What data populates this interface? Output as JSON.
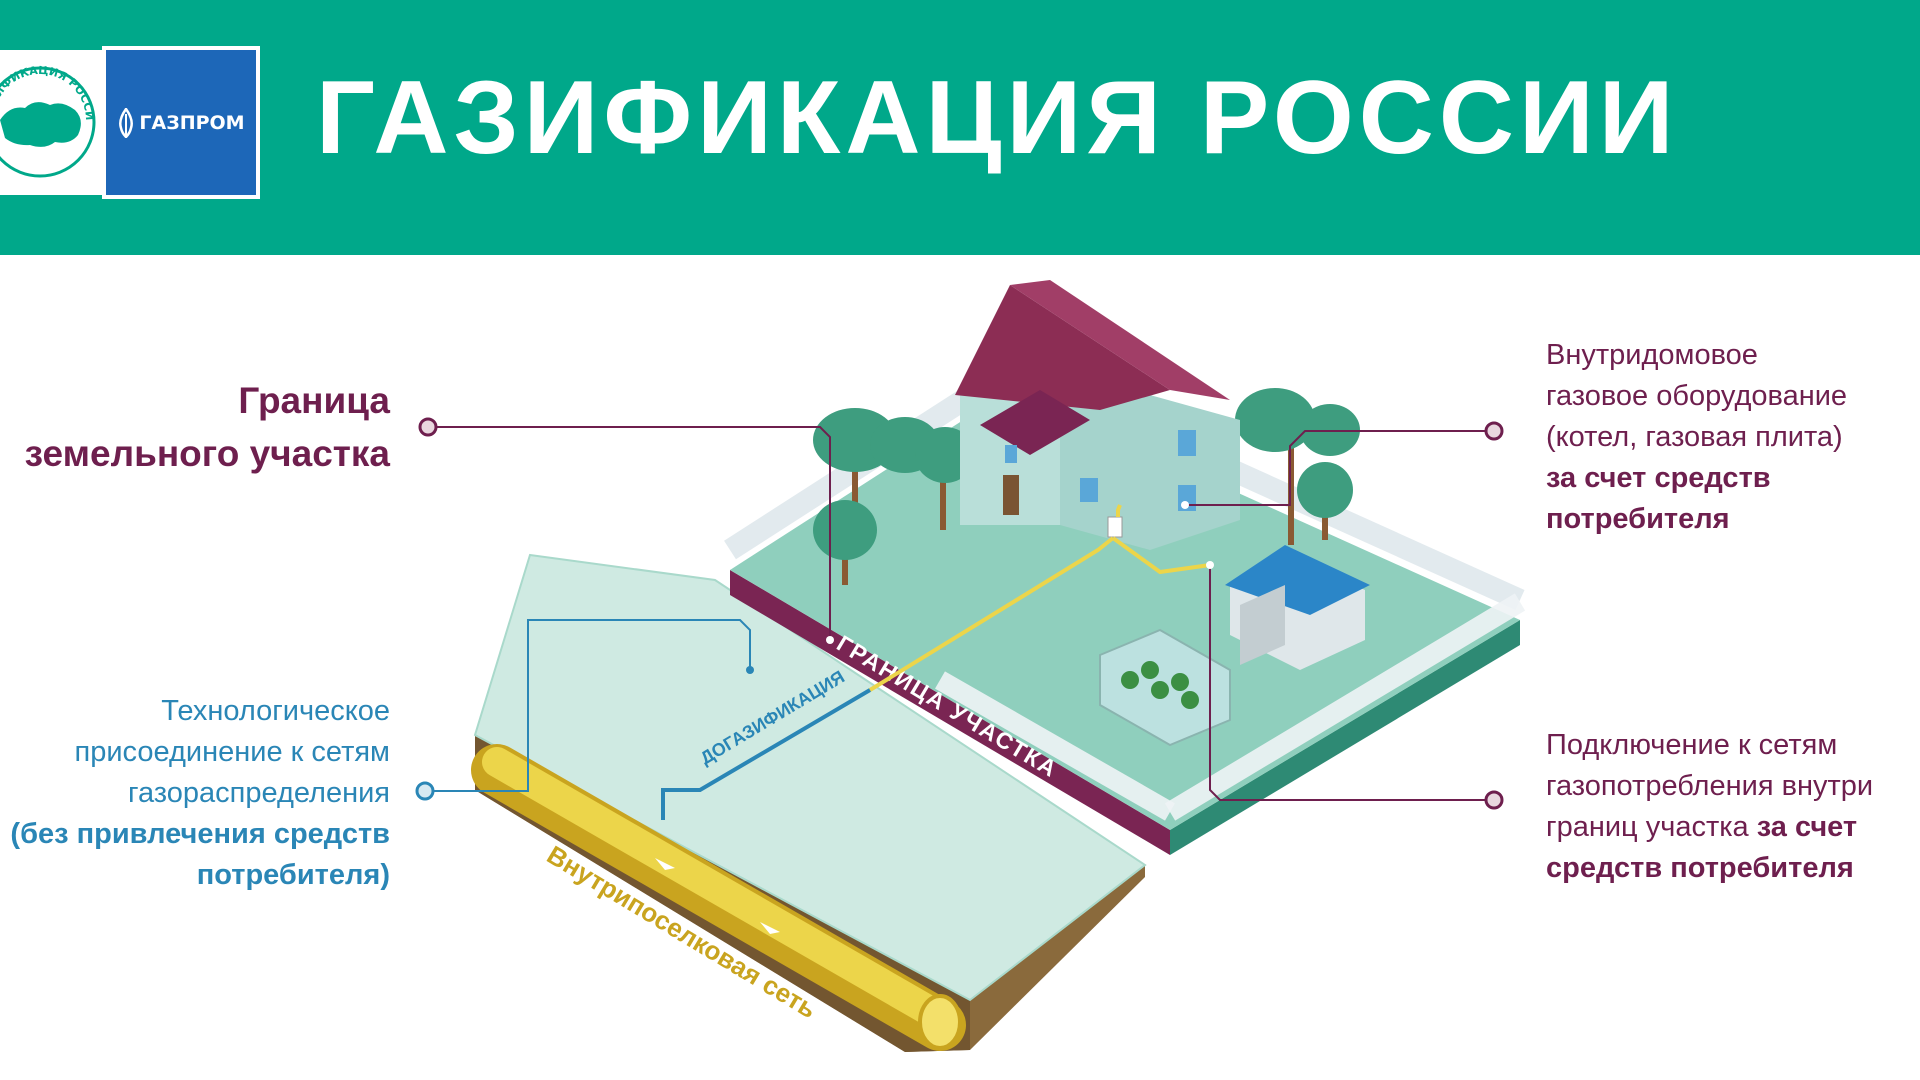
{
  "header": {
    "title": "ГАЗИФИКАЦИЯ РОССИИ",
    "logo_badge_text": "ГАЗИФИКАЦИЯ РОССИИ",
    "logo_brand_text": "ГАЗПРОМ",
    "background_color": "#00a88a"
  },
  "callouts": {
    "land_boundary": [
      "Граница",
      "земельного участка"
    ],
    "tech_connection": {
      "lines": [
        "Технологическое",
        "присоединение к сетям",
        "газораспределения"
      ],
      "bold_lines": [
        "(без привлечения средств",
        "потребителя)"
      ]
    },
    "house_equipment": {
      "lines": [
        "Внутридомовое",
        "газовое оборудование",
        "(котел, газовая плита)"
      ],
      "bold_lines": [
        "за счет средств",
        "потребителя"
      ]
    },
    "consumption_connection": {
      "line1": "Подключение к сетям",
      "line2": "газопотребления внутри",
      "line3_regular": "границ участка ",
      "line3_bold": "за счет",
      "line4_bold": "средств потребителя"
    }
  },
  "diagram_labels": {
    "additional_gasification": "ДОГАЗИФИКАЦИЯ",
    "plot_boundary": "ГРАНИЦА УЧАСТКА",
    "village_network": "Внутрипоселковая сеть"
  },
  "colors": {
    "maroon": "#6e1f4e",
    "blue_text": "#2a86b6",
    "pipe_yellow": "#e8d13a",
    "roof": "#8c2d54",
    "lawn": "#8fcfbd"
  }
}
